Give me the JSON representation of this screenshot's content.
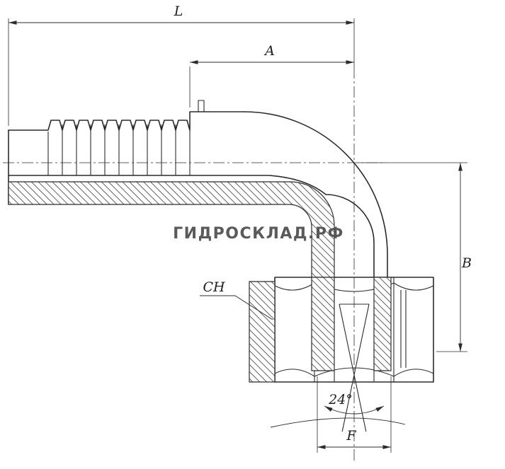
{
  "drawing": {
    "kind": "technical-drawing",
    "subject": "90-degree elbow hose fitting with 24-degree cone nut"
  },
  "watermark": {
    "text": "ГИДРОСКЛАД.РФ"
  },
  "labels": {
    "total_length": "L",
    "shank_length": "A",
    "height": "B",
    "wrench_size": "CH",
    "thread_dim": "F",
    "cone_angle": "24°"
  },
  "colors": {
    "line": "#2b2b2b",
    "background": "#ffffff",
    "watermark": "#4d4d4d"
  }
}
